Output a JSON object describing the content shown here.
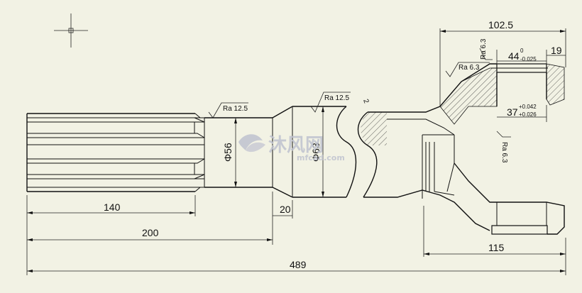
{
  "dimensions": {
    "d140": "140",
    "d200": "200",
    "d489": "489",
    "d20": "20",
    "d115": "115",
    "d102_5": "102.5",
    "d19": "19",
    "d44": "44",
    "d44_up": "0",
    "d44_low": "-0.025",
    "d37": "37",
    "d37_up": "+0.042",
    "d37_low": "+0.026",
    "dia56": "Φ56",
    "dia63": "Φ63",
    "chamfer": "2"
  },
  "roughness": {
    "r1": "Ra 12.5",
    "r2": "Ra 12.5",
    "r3": "Ra 6.3",
    "r4": "Ra 6.3",
    "r5": "Ra 6.3"
  },
  "watermark": {
    "cn": "沐风网",
    "url": "mfcad.com"
  },
  "colors": {
    "background": "#f2f2e4",
    "line": "#111111",
    "watermark": "#bfc3cf"
  }
}
